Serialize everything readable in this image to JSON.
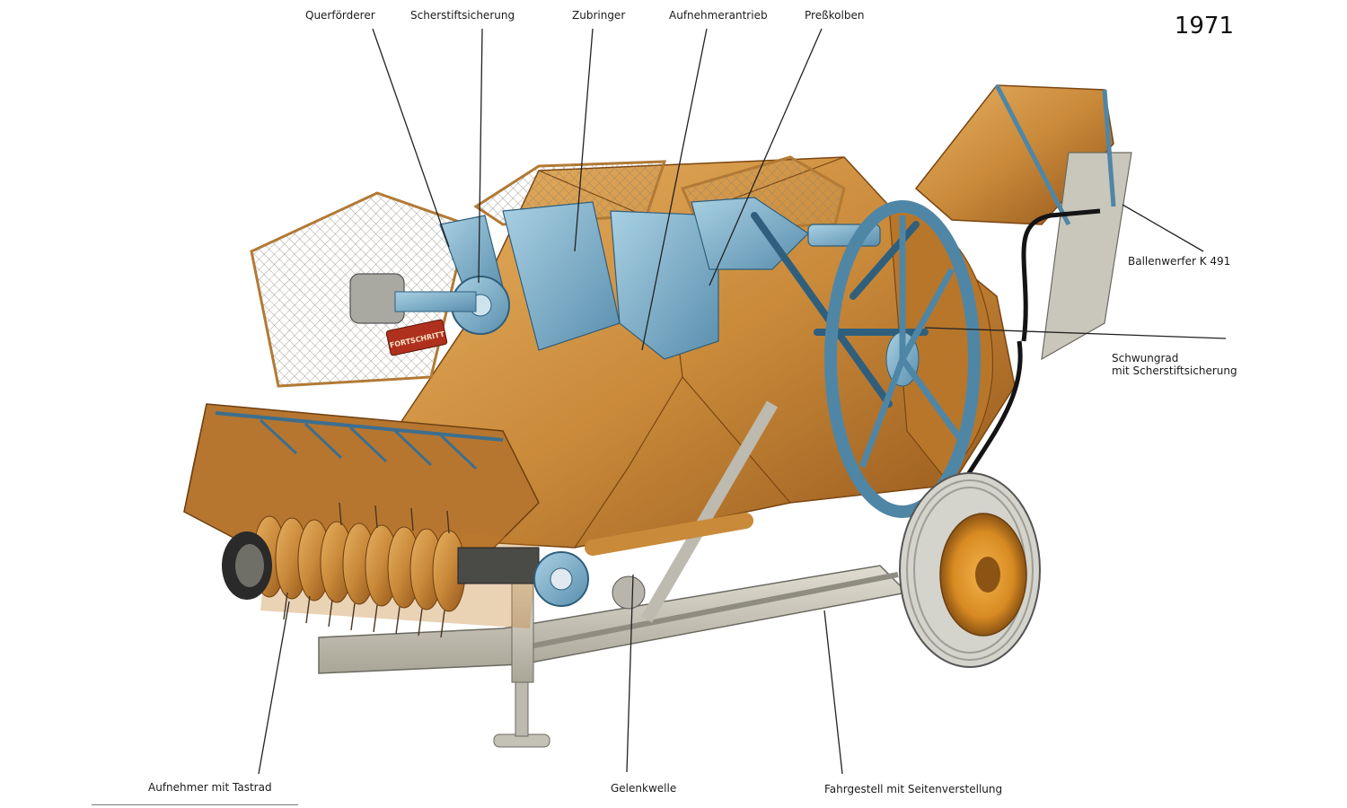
{
  "year": "1971",
  "labels": {
    "querfoerderer": "Querförderer",
    "scherstiftsicherung": "Scherstiftsicherung",
    "zubringer": "Zubringer",
    "aufnehmerantrieb": "Aufnehmerantrieb",
    "presskolben": "Preßkolben",
    "ballenwerfer": "Ballenwerfer K 491",
    "schwungrad_line1": "Schwungrad",
    "schwungrad_line2": "mit Scherstiftsicherung",
    "aufnehmer": "Aufnehmer mit Tastrad",
    "gelenkwelle": "Gelenkwelle",
    "fahrgestell": "Fahrgestell mit Seitenverstellung"
  },
  "brand": "FORTSCHRITT",
  "colors": {
    "body_orange": "#c98a3a",
    "body_dark": "#9c5f1f",
    "body_light": "#e2a85a",
    "steel_blue": "#7fb3cf",
    "steel_dark": "#4f86a6",
    "frame_grey": "#c9c6bb",
    "tire": "#d8d8d2",
    "leader": "#222222"
  }
}
